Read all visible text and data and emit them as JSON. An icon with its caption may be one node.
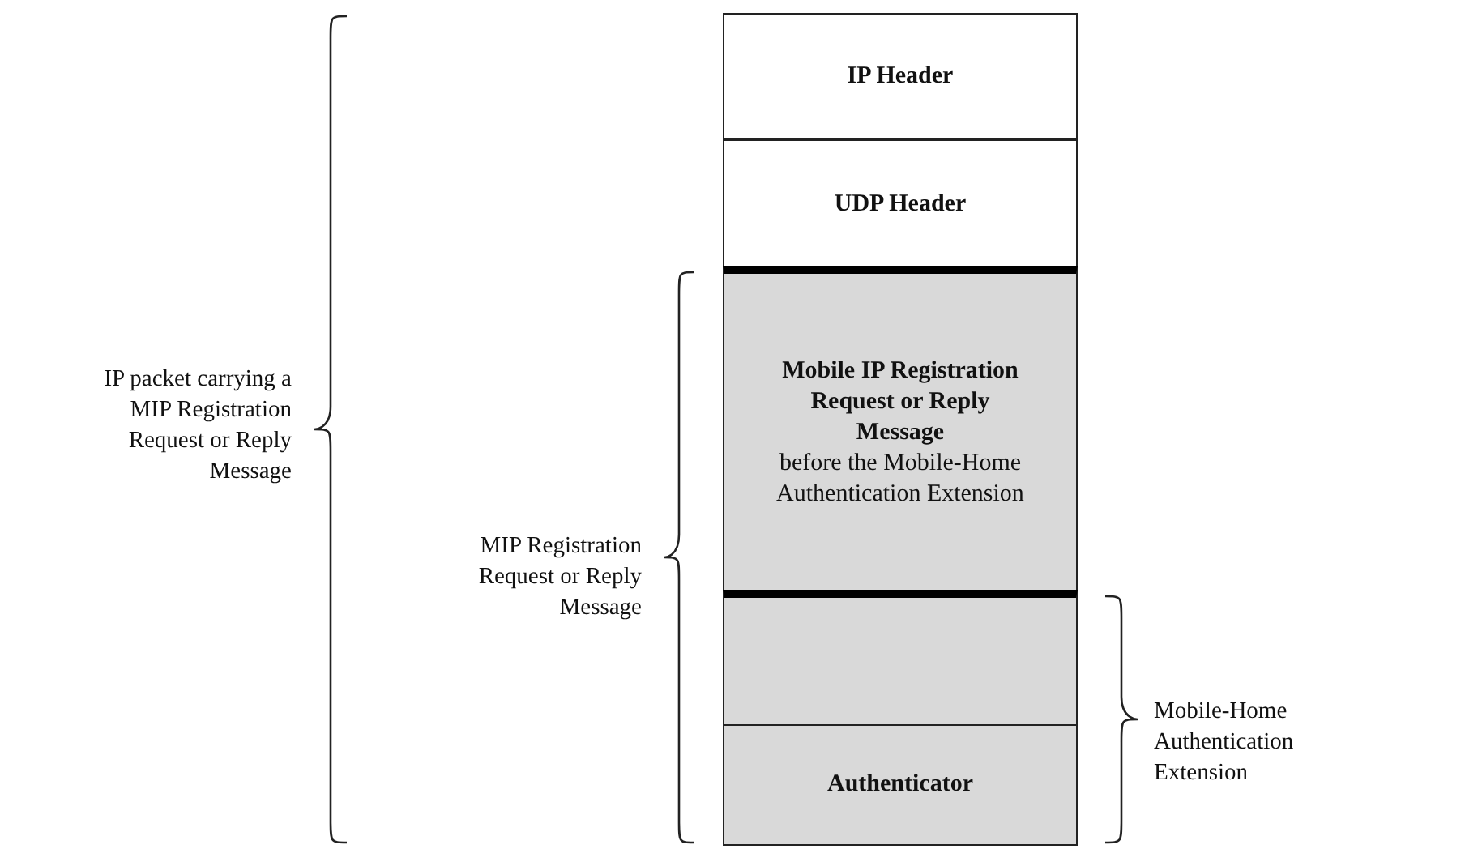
{
  "diagram": {
    "nodes": [
      {
        "text": [
          "IP Header"
        ]
      },
      {
        "text": [
          "UDP Header"
        ]
      },
      {
        "text": [
          "Mobile IP Registration Request or Reply Message",
          "before the Mobile-Home Authentication Extension"
        ]
      },
      {
        "text": [],
        "shape": "box"
      },
      {
        "text": [
          "Authenticator"
        ]
      }
    ],
    "edges": [],
    "labels": [
      "IP packet carrying a MIP Registration Request or Reply Message",
      "MIP Registration Request or Reply Message",
      "Mobile-Home Authentication Extension"
    ]
  }
}
